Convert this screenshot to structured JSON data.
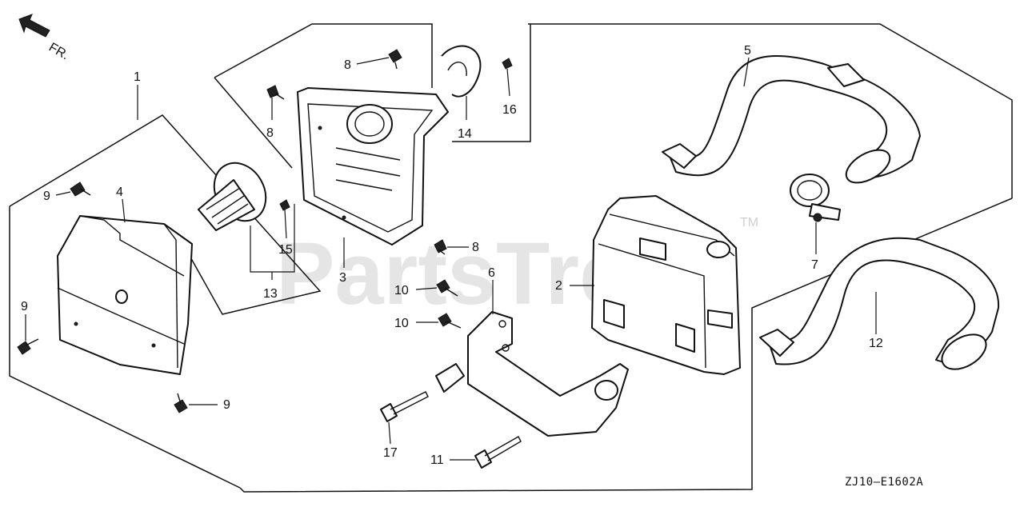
{
  "orientation": {
    "label": "FR."
  },
  "watermark": {
    "text": "PartsTree",
    "trademark": "TM"
  },
  "callouts": {
    "c1": "1",
    "c2": "2",
    "c3": "3",
    "c4": "4",
    "c5": "5",
    "c6": "6",
    "c7": "7",
    "c8a": "8",
    "c8b": "8",
    "c8c": "8",
    "c9a": "9",
    "c9b": "9",
    "c9c": "9",
    "c10a": "10",
    "c10b": "10",
    "c11": "11",
    "c12": "12",
    "c13": "13",
    "c14": "14",
    "c15": "15",
    "c16": "16",
    "c17": "17"
  },
  "diagram_code": "ZJ10—E1602A",
  "colors": {
    "line": "#111111",
    "background": "#ffffff",
    "watermark": "#cfcfcf"
  }
}
